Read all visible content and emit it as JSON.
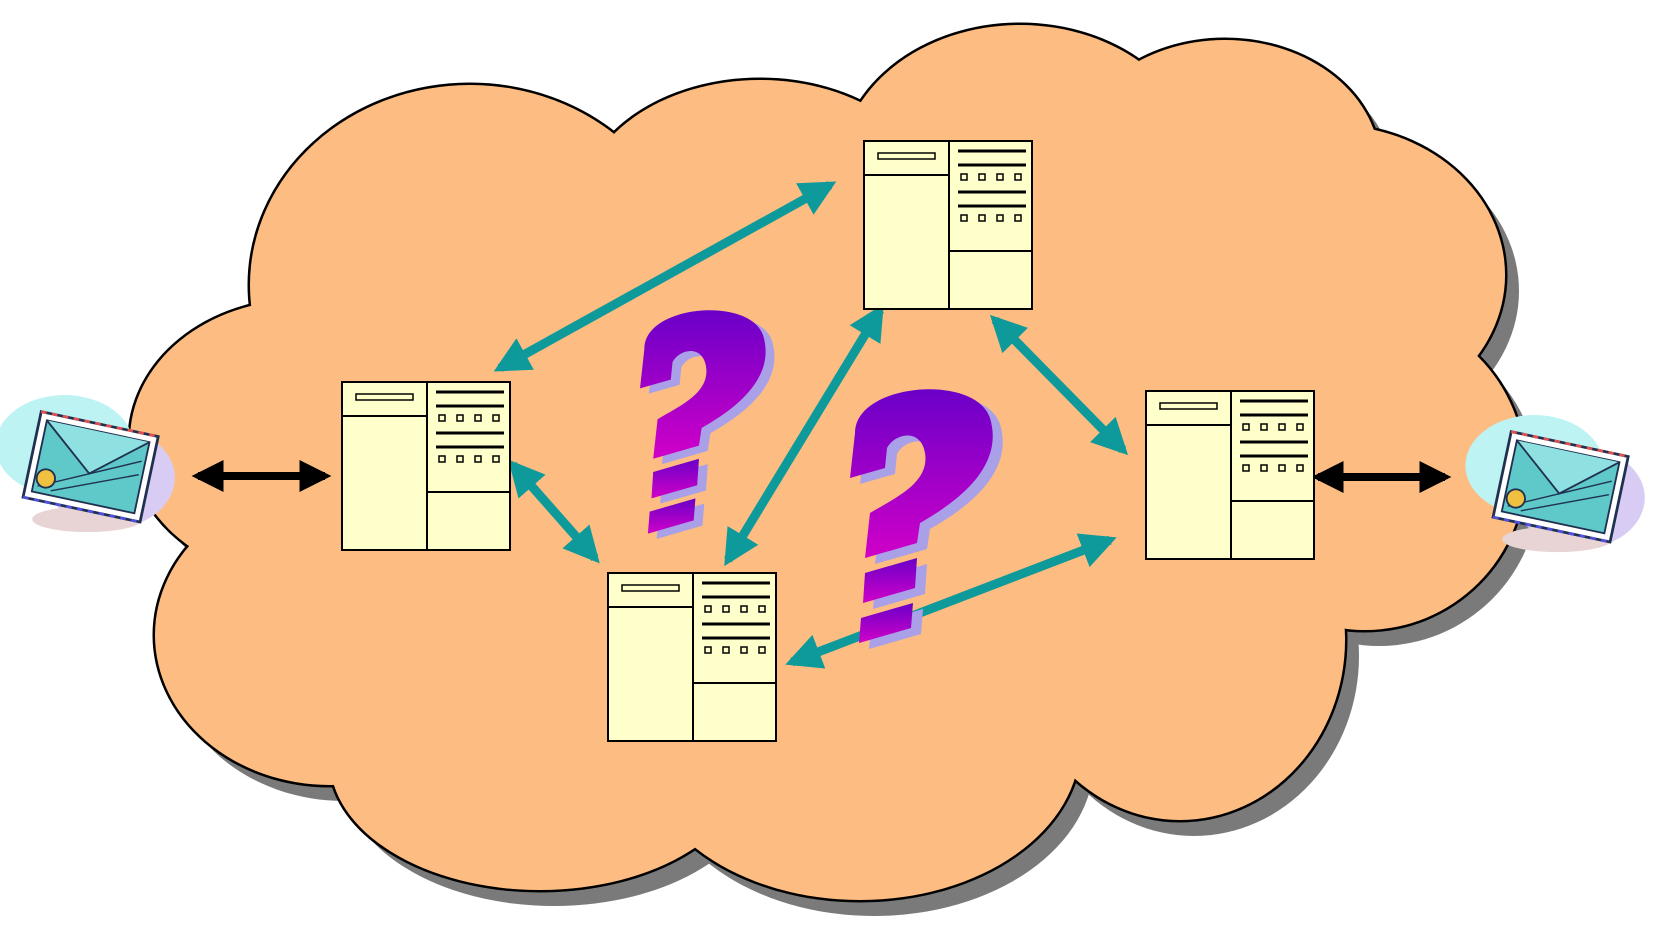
{
  "diagram": {
    "colors": {
      "cloud_fill": "#FDBD82",
      "cloud_shadow": "#808080",
      "cloud_outline": "#000000",
      "server_fill": "#FFFFCC",
      "server_outline": "#000000",
      "peer_arrow": "#0E9A9A",
      "client_arrow": "#000000",
      "question_mark_top": "#6A00C8",
      "question_mark_bottom": "#C800C8",
      "question_mark_shadow": "#A9A0E8"
    },
    "nodes": [
      {
        "id": "mail-left",
        "kind": "mail-client",
        "icon": "envelope-icon"
      },
      {
        "id": "server-left",
        "kind": "mail-server"
      },
      {
        "id": "server-top",
        "kind": "mail-server"
      },
      {
        "id": "server-bottom",
        "kind": "mail-server"
      },
      {
        "id": "server-right",
        "kind": "mail-server"
      },
      {
        "id": "mail-right",
        "kind": "mail-client",
        "icon": "envelope-icon"
      }
    ],
    "connections": [
      {
        "from": "mail-left",
        "to": "server-left",
        "style": "client",
        "bidirectional": true
      },
      {
        "from": "server-left",
        "to": "server-top",
        "style": "peer",
        "bidirectional": true
      },
      {
        "from": "server-left",
        "to": "server-bottom",
        "style": "peer",
        "bidirectional": true
      },
      {
        "from": "server-top",
        "to": "server-bottom",
        "style": "peer",
        "bidirectional": true
      },
      {
        "from": "server-top",
        "to": "server-right",
        "style": "peer",
        "bidirectional": true
      },
      {
        "from": "server-bottom",
        "to": "server-right",
        "style": "peer",
        "bidirectional": true
      },
      {
        "from": "server-right",
        "to": "mail-right",
        "style": "client",
        "bidirectional": true
      }
    ],
    "symbols": [
      {
        "id": "question-mark-1",
        "glyph": "?"
      },
      {
        "id": "question-mark-2",
        "glyph": "?"
      }
    ]
  }
}
